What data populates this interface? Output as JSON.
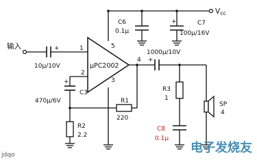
{
  "labels": {
    "vcc": "V",
    "vcc_sub": "cc",
    "input": "输入",
    "ic": "μPC2002",
    "pin1": "1",
    "pin2": "2",
    "pin3": "3",
    "pin4": "4",
    "pin5": "5",
    "c1_value": "10μ/10V",
    "c3_name": "C3",
    "c3_value": "470μ/6V",
    "c6_name": "C6",
    "c6_value": "0.1μ",
    "c7_name": "C7",
    "c7_value": "100μ/16V",
    "c_out_value": "1000μ/10V",
    "r1_name": "R1",
    "r1_value": "220",
    "r2_name": "R2",
    "r2_value": "2.2",
    "r3_name": "R3",
    "r3_value": "1",
    "c8_name": "C8",
    "c8_value": "0.1μ",
    "sp_name": "SP",
    "sp_value": "4",
    "plus": "+"
  },
  "watermark": {
    "text": "电子发烧友",
    "left_text": "jdqo"
  }
}
